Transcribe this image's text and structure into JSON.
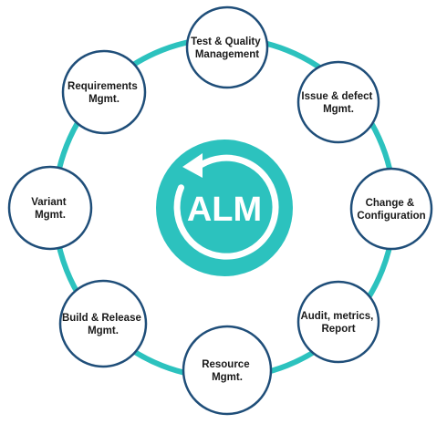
{
  "colors": {
    "ring": "#2cc2be",
    "hub": "#2cc2be",
    "node_border": "#1f4e79",
    "node_fill": "#ffffff",
    "hub_text": "#ffffff"
  },
  "hub": {
    "label": "ALM",
    "icon": "refresh-arrow-icon"
  },
  "nodes": [
    {
      "id": "test-quality",
      "lines": [
        "Test & Quality",
        "Management"
      ]
    },
    {
      "id": "issue-defect",
      "lines": [
        "Issue & defect",
        "Mgmt."
      ]
    },
    {
      "id": "change-configuration",
      "lines": [
        "Change &",
        "Configuration"
      ]
    },
    {
      "id": "audit-metrics-report",
      "lines": [
        "Audit, metrics,",
        "Report"
      ]
    },
    {
      "id": "resource",
      "lines": [
        "Resource",
        "Mgmt."
      ]
    },
    {
      "id": "build-release",
      "lines": [
        "Build & Release",
        "Mgmt."
      ]
    },
    {
      "id": "variant",
      "lines": [
        "Variant",
        "Mgmt."
      ]
    },
    {
      "id": "requirements",
      "lines": [
        "Requirements",
        "Mgmt."
      ]
    }
  ]
}
